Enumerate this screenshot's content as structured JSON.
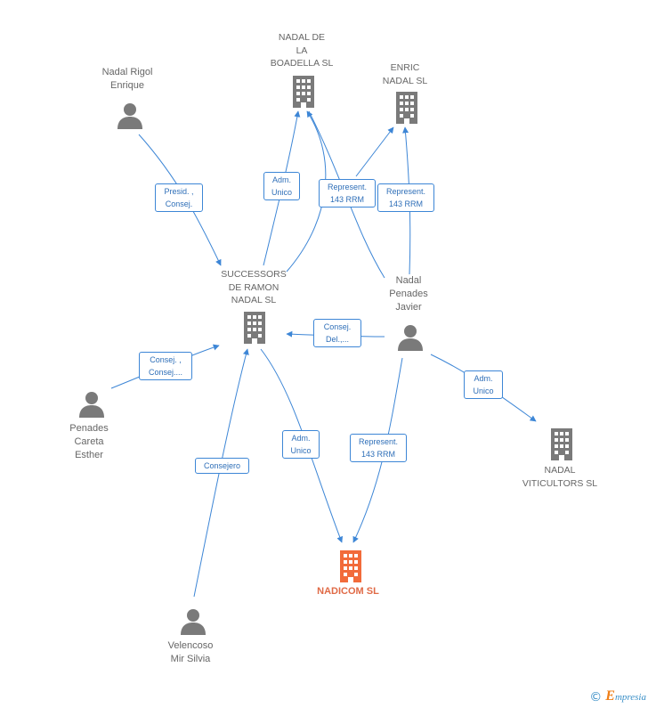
{
  "nodes": {
    "nadal_de_la_boadella": {
      "lines": [
        "NADAL DE",
        "LA",
        "BOADELLA SL"
      ]
    },
    "enric_nadal": {
      "lines": [
        "ENRIC",
        "NADAL SL"
      ]
    },
    "nadal_rigol": {
      "lines": [
        "Nadal Rigol",
        "Enrique"
      ]
    },
    "successors": {
      "lines": [
        "SUCCESSORS",
        "DE RAMON",
        "NADAL SL"
      ]
    },
    "nadal_penades": {
      "lines": [
        "Nadal",
        "Penades",
        "Javier"
      ]
    },
    "penades_careta": {
      "lines": [
        "Penades",
        "Careta",
        "Esther"
      ]
    },
    "nadal_viticultors": {
      "lines": [
        "NADAL",
        "VITICULTORS SL"
      ]
    },
    "nadicom": {
      "lines": [
        "NADICOM SL"
      ]
    },
    "velencoso": {
      "lines": [
        "Velencoso",
        "Mir Silvia"
      ]
    }
  },
  "edges": {
    "presid_consej": [
      "Presid. ,",
      "Consej."
    ],
    "adm_unico_boadella": [
      "Adm.",
      "Unico"
    ],
    "represent_boadella": [
      "Represent.",
      "143 RRM"
    ],
    "represent_enric": [
      "Represent.",
      "143 RRM"
    ],
    "consej_del": [
      "Consej.",
      "Del.,..."
    ],
    "consej_consej": [
      "Consej. ,",
      "Consej...."
    ],
    "adm_unico_viticultors": [
      "Adm.",
      "Unico"
    ],
    "adm_unico_nadicom": [
      "Adm.",
      "Unico"
    ],
    "represent_nadicom": [
      "Represent.",
      "143 RRM"
    ],
    "consejero": [
      "Consejero"
    ]
  },
  "colors": {
    "line": "#3d86d6",
    "company": "#7a7a7a",
    "person": "#7a7a7a",
    "highlight": "#f26b3a"
  },
  "footer": {
    "copyright": "©",
    "brand_initial": "E",
    "brand_rest": "mpresia"
  }
}
